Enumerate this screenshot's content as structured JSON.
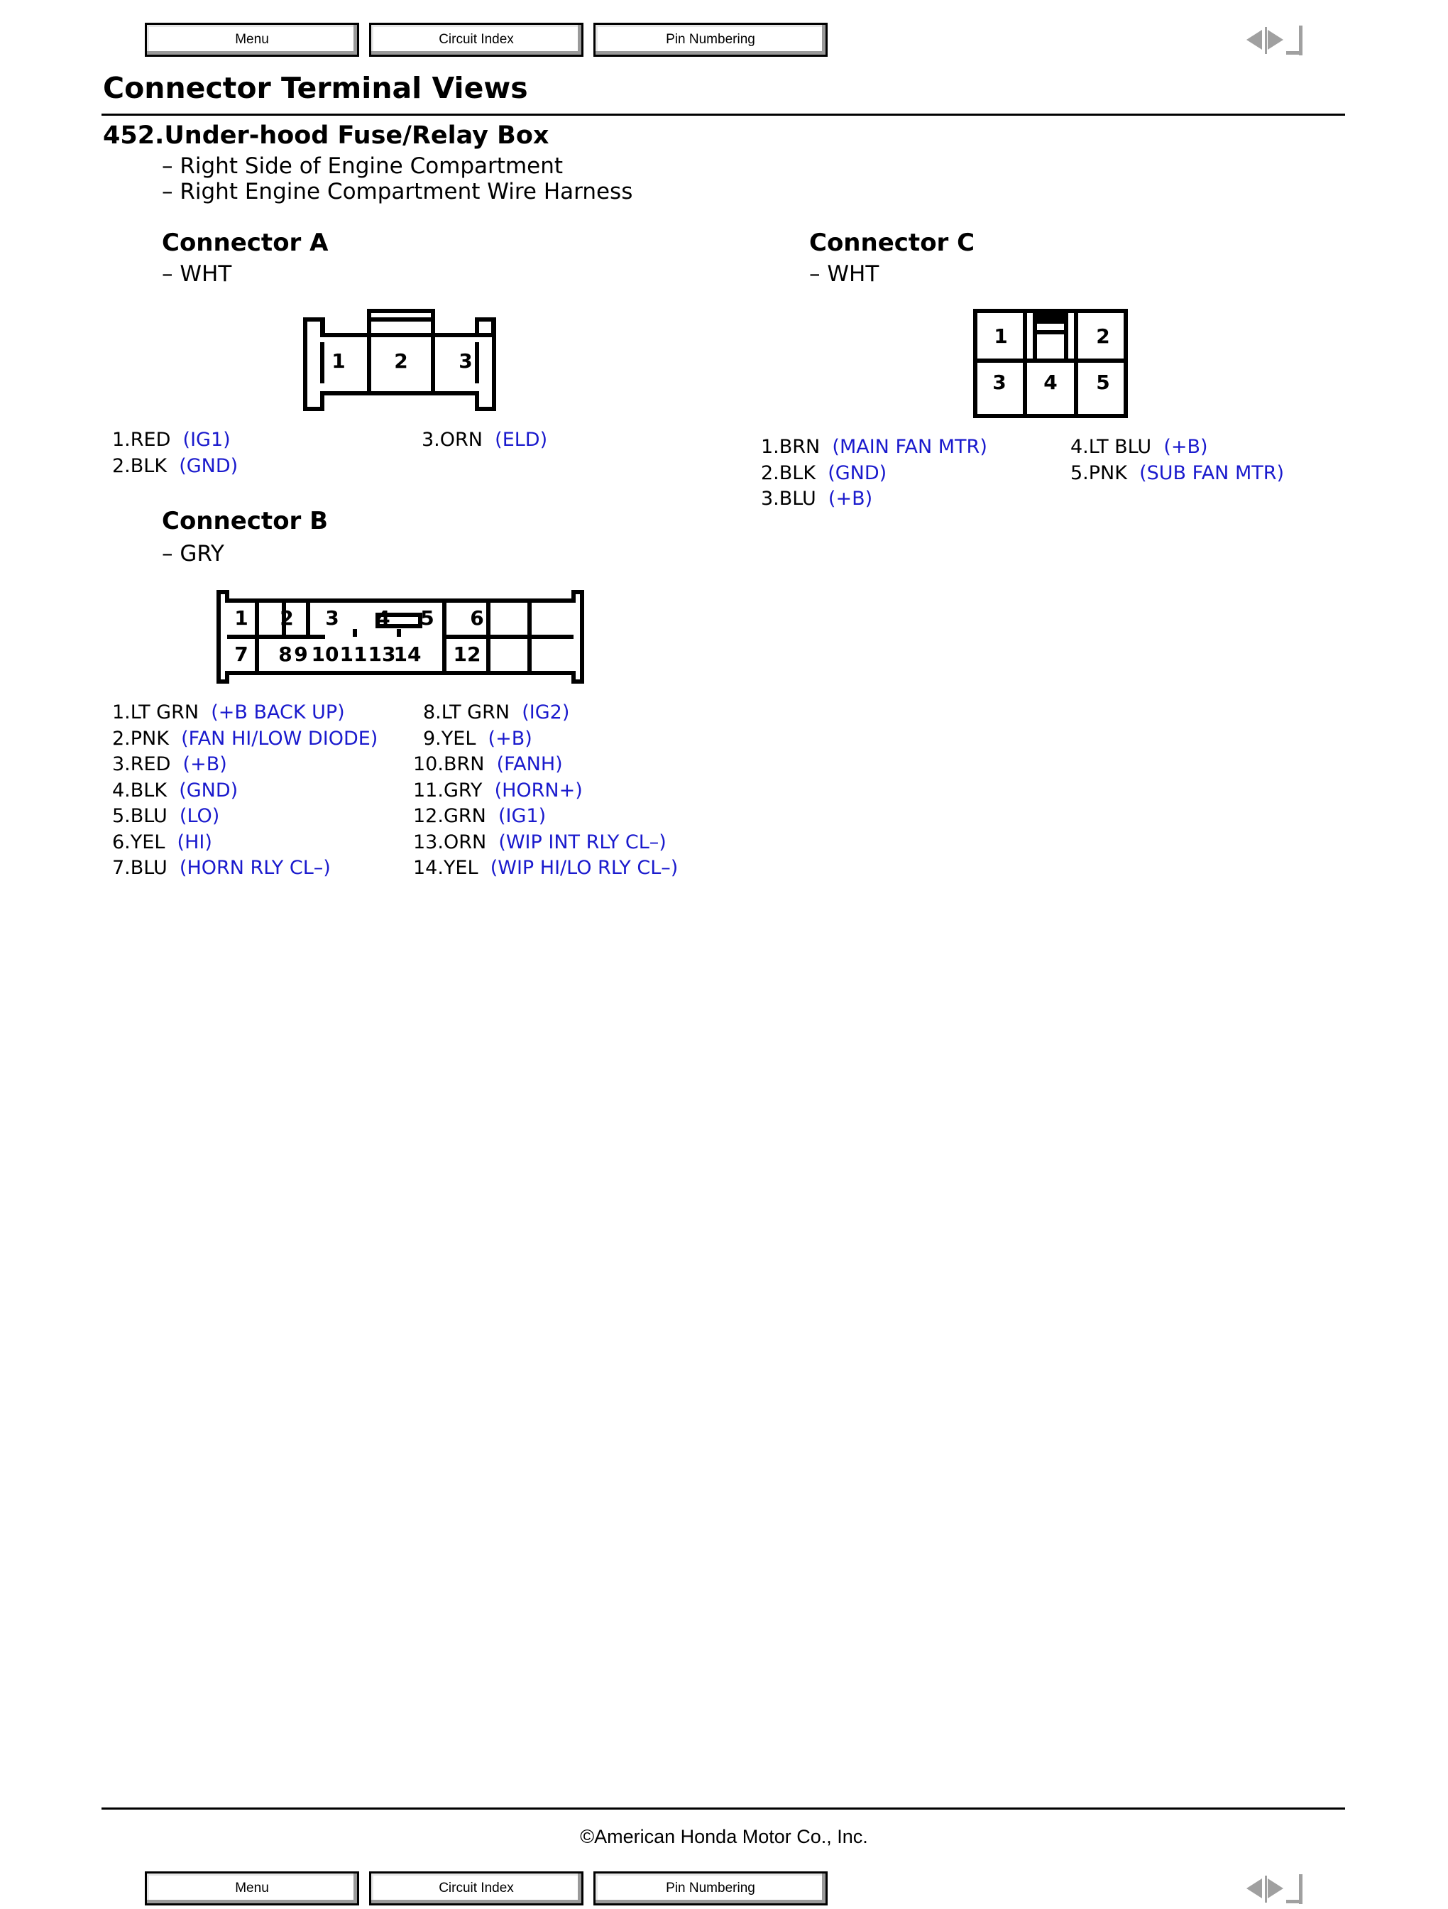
{
  "nav": {
    "menu": "Menu",
    "circuit_index": "Circuit Index",
    "pin_numbering": "Pin Numbering"
  },
  "page_title": "Connector Terminal Views",
  "component": {
    "title": "452.Under-hood Fuse/Relay Box",
    "locations": [
      "– Right Side of Engine Compartment",
      "– Right Engine Compartment Wire Harness"
    ]
  },
  "connectors": {
    "a": {
      "title": "Connector A",
      "color": "– WHT",
      "terminal_labels": [
        "1",
        "2",
        "3"
      ],
      "pins": [
        {
          "wire": "1.RED",
          "fn": "(IG1)"
        },
        {
          "wire": "2.BLK",
          "fn": "(GND)"
        },
        {
          "wire": "3.ORN",
          "fn": "(ELD)"
        }
      ]
    },
    "b": {
      "title": "Connector B",
      "color": "– GRY",
      "terminal_labels": [
        "1",
        "2",
        "3",
        "4",
        "5",
        "6",
        "7",
        "8",
        "9",
        "10",
        "11",
        "13",
        "14",
        "12"
      ],
      "pins": [
        {
          "wire": "1.LT GRN",
          "fn": "(+B BACK UP)"
        },
        {
          "wire": "2.PNK",
          "fn": "(FAN HI/LOW DIODE)"
        },
        {
          "wire": "3.RED",
          "fn": "(+B)"
        },
        {
          "wire": "4.BLK",
          "fn": "(GND)"
        },
        {
          "wire": "5.BLU",
          "fn": "(LO)"
        },
        {
          "wire": "6.YEL",
          "fn": "(HI)"
        },
        {
          "wire": "7.BLU",
          "fn": "(HORN RLY CL–)"
        },
        {
          "wire": "8.LT GRN",
          "fn": "(IG2)"
        },
        {
          "wire": "9.YEL",
          "fn": "(+B)"
        },
        {
          "wire": "10.BRN",
          "fn": "(FANH)"
        },
        {
          "wire": "11.GRY",
          "fn": "(HORN+)"
        },
        {
          "wire": "12.GRN",
          "fn": "(IG1)"
        },
        {
          "wire": "13.ORN",
          "fn": "(WIP INT RLY CL–)"
        },
        {
          "wire": "14.YEL",
          "fn": "(WIP HI/LO RLY CL–)"
        }
      ]
    },
    "c": {
      "title": "Connector C",
      "color": "– WHT",
      "terminal_labels": [
        "1",
        "2",
        "3",
        "4",
        "5"
      ],
      "pins": [
        {
          "wire": "1.BRN",
          "fn": "(MAIN FAN MTR)"
        },
        {
          "wire": "2.BLK",
          "fn": "(GND)"
        },
        {
          "wire": "3.BLU",
          "fn": "(+B)"
        },
        {
          "wire": "4.LT BLU",
          "fn": "(+B)"
        },
        {
          "wire": "5.PNK",
          "fn": "(SUB FAN MTR)"
        }
      ]
    }
  },
  "footer": {
    "copyright": "©American Honda Motor Co., Inc."
  },
  "colors": {
    "function_text": "#1a1acd",
    "pager_gray": "#a0a0a0"
  }
}
